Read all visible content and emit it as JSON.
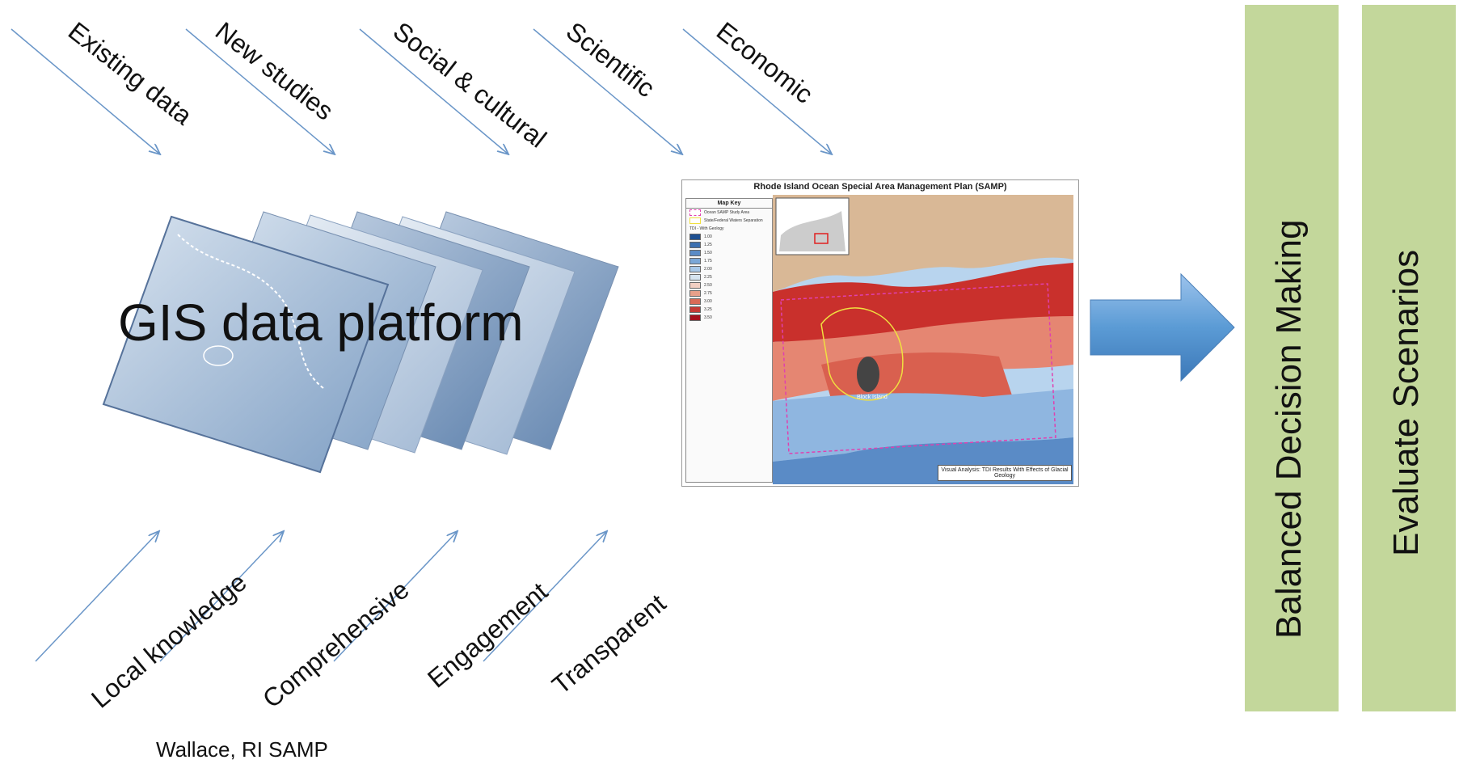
{
  "inputs_top": [
    "Existing data",
    "New studies",
    "Social & cultural",
    "Scientific",
    "Economic"
  ],
  "inputs_bottom": [
    "Local knowledge",
    "Comprehensive",
    "Engagement",
    "Transparent"
  ],
  "platform_label": "GIS data platform",
  "map": {
    "title": "Rhode Island Ocean Special Area Management Plan (SAMP)",
    "key_title": "Map Key",
    "key_items": [
      "Ocean SAMP Study Area",
      "State/Federal Waters Separation"
    ],
    "key_section": "TDI - With Geology",
    "legend_values": [
      "1.00",
      "1.25",
      "1.50",
      "1.75",
      "2.00",
      "2.25",
      "2.50",
      "2.75",
      "3.00",
      "3.25",
      "3.50"
    ],
    "legend_colors": [
      "#1d4f91",
      "#3b6fb0",
      "#5a8bc6",
      "#7ba7d7",
      "#a8c8e8",
      "#d6e4f0",
      "#f2cfc3",
      "#e8a08a",
      "#d96a57",
      "#c53a35",
      "#a50f1c"
    ],
    "place_labels": [
      "Block Island"
    ],
    "analysis_label": "Visual Analysis: TDI Results With Effects of Glacial Geology"
  },
  "outputs": [
    "Balanced Decision Making",
    "Evaluate Scenarios"
  ],
  "credit": "Wallace, RI SAMP",
  "colors": {
    "arrow": "#5b9bd5",
    "output_bar": "#c3d79b",
    "line_arrow": "#6a96c8"
  }
}
